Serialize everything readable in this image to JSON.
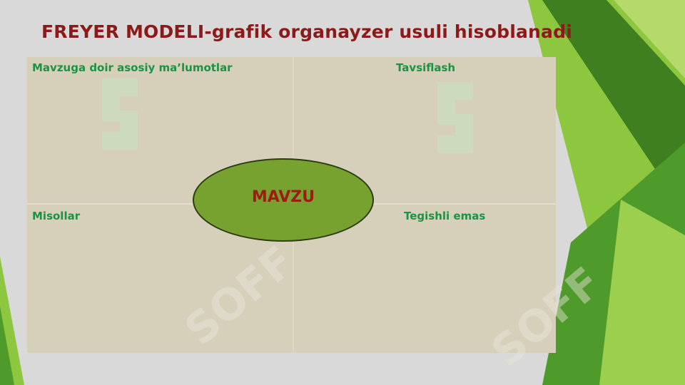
{
  "slide": {
    "title": "FREYER MODELI-grafik organayzer usuli hisoblanadi",
    "quadrants": {
      "top_left": "Mavzuga doir asosiy ma’lumotlar",
      "top_right": "Tavsiflash",
      "bottom_left": "Misollar",
      "bottom_right": "Tegishli emas"
    },
    "center": "MAVZU"
  },
  "watermark": {
    "text": "SOFF"
  },
  "colors": {
    "title": "#8b1a1a",
    "labels": "#1a9444",
    "ellipse": "#78a22f",
    "panel": "#d6d0bb",
    "background": "#d9d9d9",
    "accent_green_dark": "#3f7f1f",
    "accent_green_light": "#8dc63f"
  }
}
